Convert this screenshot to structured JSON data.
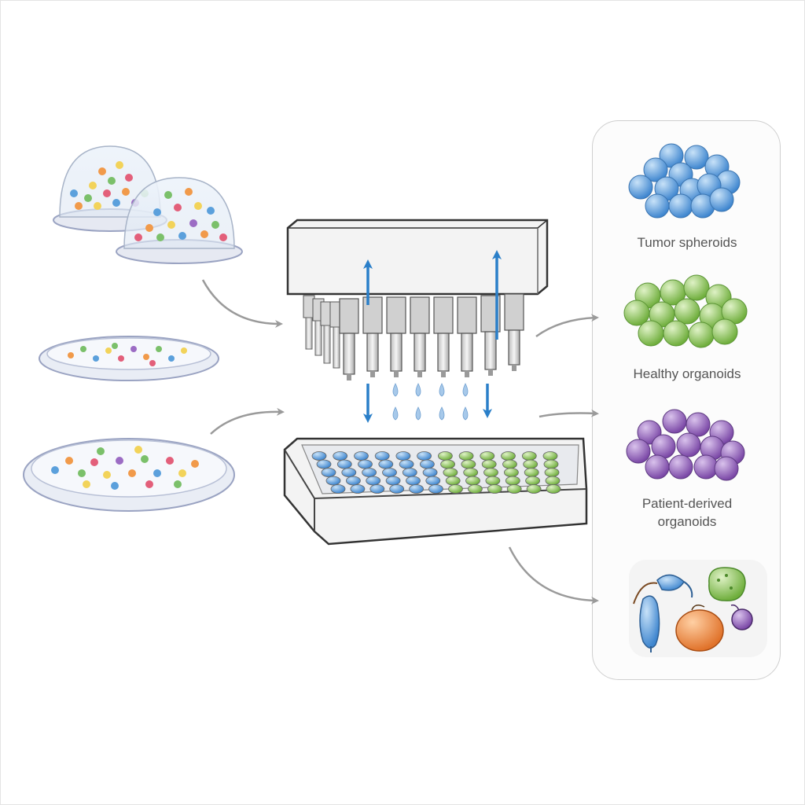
{
  "panel": {
    "items": [
      {
        "label": "Tumor spheroids",
        "color": "#5b9fdc"
      },
      {
        "label": "Healthy organoids",
        "color": "#8cc65a"
      },
      {
        "label": "Patient-derived",
        "label2": "organoids",
        "color": "#8e5bb8"
      },
      {
        "icons": [
          "blue-cell-icon",
          "green-cell-icon",
          "orange-cell-icon",
          "purple-cell-icon"
        ]
      }
    ]
  },
  "colors": {
    "arrow": "#9a9a9a",
    "flow_arrow": "#2a7fc9",
    "droplet": "#a7c9ea",
    "device": "#f3f3f3",
    "outline": "#444444"
  }
}
